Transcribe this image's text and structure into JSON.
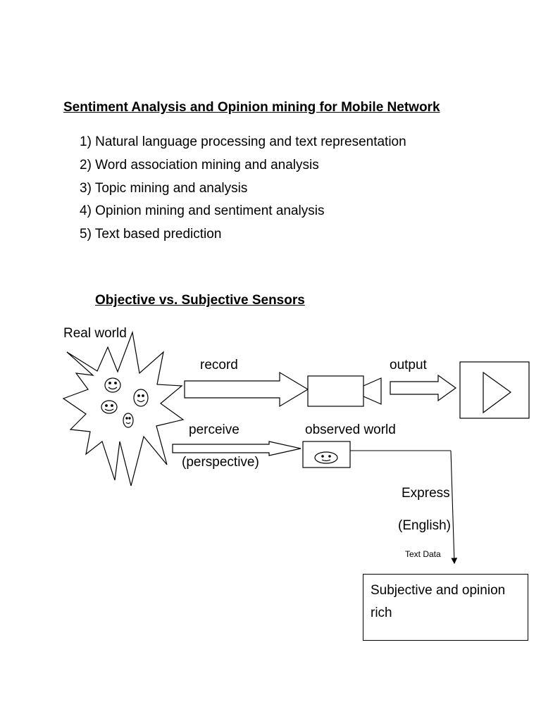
{
  "document": {
    "title": "Sentiment  Analysis and  Opinion mining for Mobile Network",
    "topics": [
      "1) Natural language processing and text representation",
      "2) Word association mining and analysis",
      "3) Topic mining and analysis",
      "4) Opinion mining and sentiment analysis",
      "5) Text based prediction"
    ]
  },
  "diagram": {
    "heading": "Objective vs. Subjective Sensors",
    "labels": {
      "real_world": "Real world",
      "record": "record",
      "output": "output",
      "perceive": "perceive",
      "perspective": "(perspective)",
      "observed_world": "observed world",
      "express": "Express",
      "english": "(English)",
      "text_data": "Text Data"
    },
    "result_box": "Subjective and opinion rich",
    "icons": [
      "starburst-icon",
      "smiley-face-icon",
      "arrow-icon",
      "video-camera-icon",
      "play-icon"
    ]
  }
}
